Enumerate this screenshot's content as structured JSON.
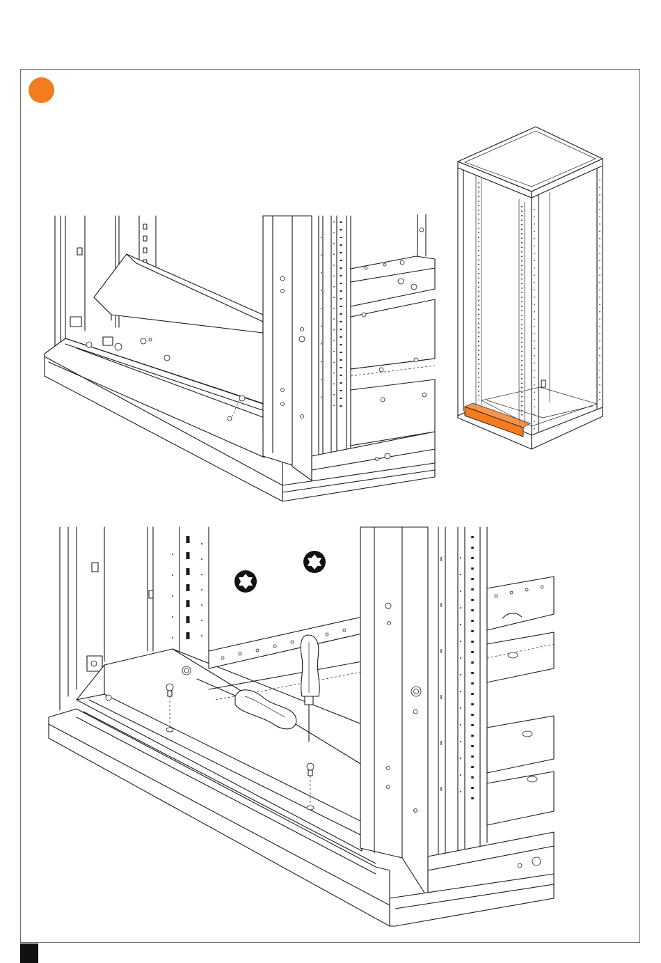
{
  "colors": {
    "accent": "#f47b20",
    "frame": "#6e6e6e",
    "line": "#1a1a1a",
    "page_tab": "#111111"
  },
  "icons": {
    "step_marker": "orange-circle",
    "torx": "torx-star-icon",
    "tool": "screwdriver-icon"
  },
  "panels": {
    "overview": "cabinet-overview-with-highlighted-plinth-strip",
    "detail_top": "bottom-trim-panel-tilted-into-position",
    "detail_bottom": "bottom-trim-panel-screwed-with-torx-screwdriver"
  }
}
